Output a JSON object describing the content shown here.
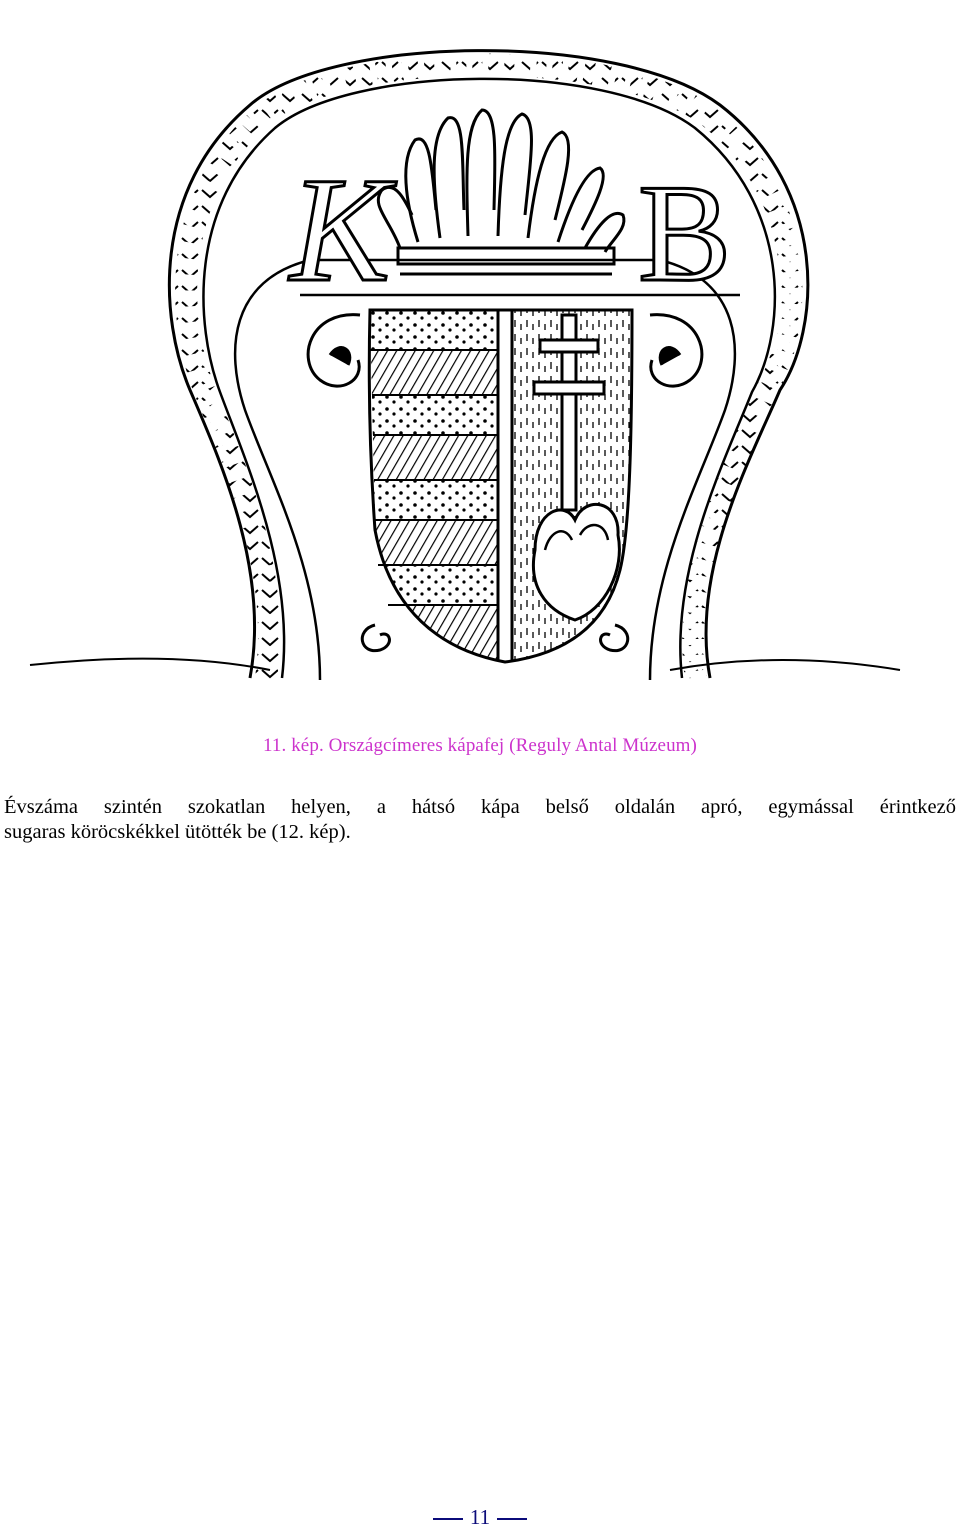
{
  "figure": {
    "letters": [
      "K",
      "B"
    ]
  },
  "caption": "11. kép. Országcímeres kápafej (Reguly Antal Múzeum)",
  "body": {
    "line1": "Évszáma szintén szokatlan helyen, a hátsó kápa belső oldalán apró, egymással érintkező",
    "line2": "sugaras köröcskékkel ütötték be (12. kép)."
  },
  "page_number": "11",
  "colors": {
    "caption": "#cc33cc",
    "page_number": "#0b0b7a",
    "ink": "#000000"
  }
}
